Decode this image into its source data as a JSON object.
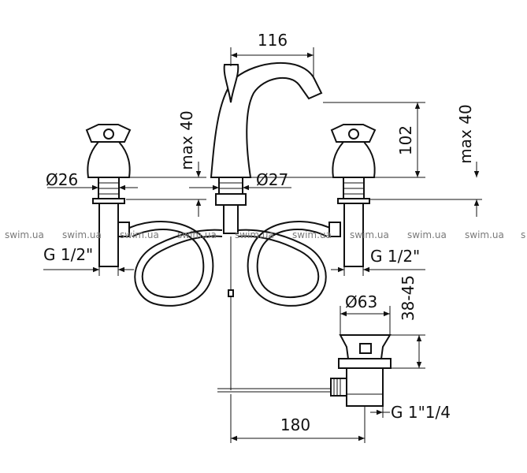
{
  "dimensions": {
    "spout_reach": "116",
    "handle_height_left": "max 40",
    "spout_height": "102",
    "handle_height_right": "max 40",
    "left_diameter": "Ø26",
    "center_diameter": "Ø27",
    "thread_left": "G 1/2\"",
    "thread_right": "G 1/2\"",
    "drain_diameter": "Ø63",
    "drain_height": "38-45",
    "drain_length": "180",
    "drain_thread": "G 1\"1/4"
  },
  "watermarks": [
    "swim.ua",
    "swim.ua",
    "swim.ua",
    "swim.ua",
    "swim.ua",
    "swim.ua",
    "swim.ua",
    "swim.ua",
    "swim.ua",
    "s"
  ]
}
